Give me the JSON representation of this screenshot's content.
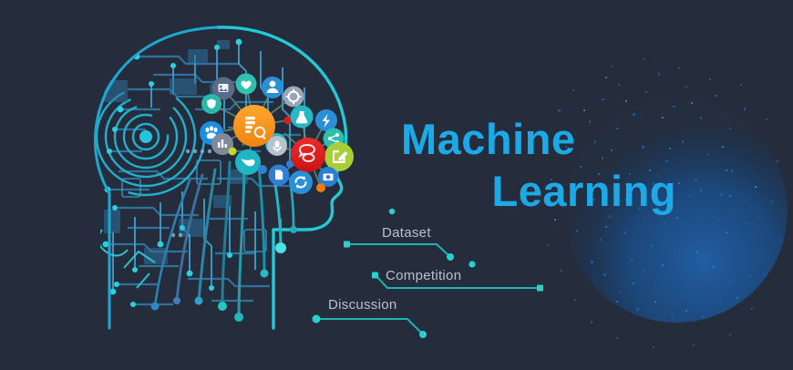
{
  "background_color": "#252d3c",
  "title": {
    "line1": "Machine",
    "line2": "Learning",
    "color": "#1ca9e8"
  },
  "captions": [
    {
      "label": "Dataset",
      "color": "#b9c0cb"
    },
    {
      "label": "Competition",
      "color": "#b9c0cb"
    },
    {
      "label": "Discussion",
      "color": "#b9c0cb"
    }
  ],
  "graphic": {
    "head_outline_color": "#22c9d8",
    "circuit_color": "#2e9fd0",
    "particle_sphere_color": "#1b4f86",
    "hubs": [
      {
        "name": "database-hub",
        "color": "#f7941e",
        "icon": "database-icon"
      },
      {
        "name": "chat-hub",
        "color": "#e02020",
        "icon": "chat-bubble-icon"
      }
    ],
    "icon_nodes": [
      {
        "name": "image-icon",
        "color": "#5b6b86"
      },
      {
        "name": "heart-icon",
        "color": "#2fc0b0"
      },
      {
        "name": "user-icon",
        "color": "#2b8fd8"
      },
      {
        "name": "gear-icon",
        "color": "#9aa6b8"
      },
      {
        "name": "paw-icon",
        "color": "#1d8fe0"
      },
      {
        "name": "shield-icon",
        "color": "#28b9a8"
      },
      {
        "name": "bird-icon",
        "color": "#1fb6c4"
      },
      {
        "name": "chart-icon",
        "color": "#7f8a9c"
      },
      {
        "name": "flask-icon",
        "color": "#22b8c6"
      },
      {
        "name": "bolt-icon",
        "color": "#2b8fd8"
      },
      {
        "name": "share-icon",
        "color": "#2bbfae"
      },
      {
        "name": "edit-icon",
        "color": "#a8cf38"
      },
      {
        "name": "refresh-icon",
        "color": "#2b8fd8"
      },
      {
        "name": "camera-icon",
        "color": "#2b7fd0"
      },
      {
        "name": "target-icon",
        "color": "#21b5c2"
      }
    ]
  }
}
